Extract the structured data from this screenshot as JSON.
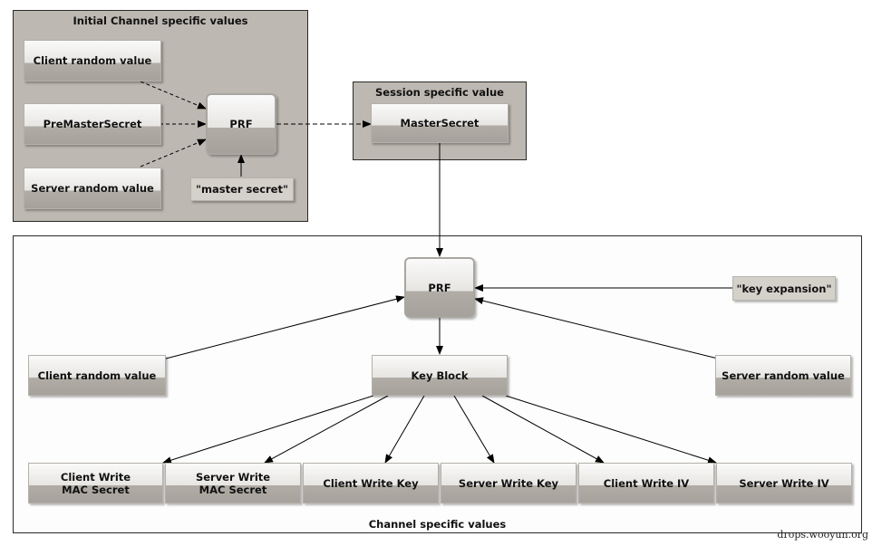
{
  "panels": {
    "initial": {
      "title": "Initial Channel specific values"
    },
    "session": {
      "title": "Session specific value"
    },
    "channel": {
      "title": "Channel specific values"
    }
  },
  "nodes": {
    "client_random_1": "Client random value",
    "premaster": "PreMasterSecret",
    "server_random_1": "Server random value",
    "prf_1": "PRF",
    "master_secret_label": "\"master secret\"",
    "master_secret": "MasterSecret",
    "prf_2": "PRF",
    "key_expansion_label": "\"key expansion\"",
    "client_random_2": "Client random value",
    "key_block": "Key Block",
    "server_random_2": "Server random value",
    "client_write_mac": [
      "Client Write",
      "MAC Secret"
    ],
    "server_write_mac": [
      "Server Write",
      "MAC Secret"
    ],
    "client_write_key": "Client Write Key",
    "server_write_key": "Server Write Key",
    "client_write_iv": "Client Write IV",
    "server_write_iv": "Server Write IV"
  },
  "watermark": "drops.wooyun.org"
}
